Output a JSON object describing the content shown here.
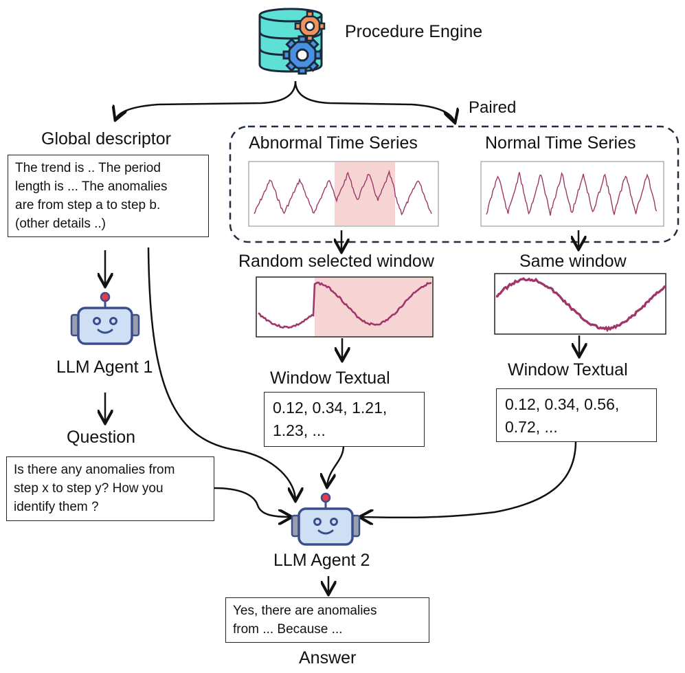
{
  "engine": {
    "label": "Procedure Engine",
    "icon": "database-gear-icon"
  },
  "paired_label": "Paired",
  "global_descriptor": {
    "title": "Global descriptor",
    "lines": [
      "The trend is .. The period",
      "length is ... The anomalies",
      "are from step a to step b.",
      "(other details ..)"
    ]
  },
  "abnormal": {
    "title": "Abnormal Time Series",
    "highlight_color": "#f6d4d4"
  },
  "normal": {
    "title": "Normal Time Series"
  },
  "random_window": {
    "title": "Random selected window"
  },
  "same_window": {
    "title": "Same window"
  },
  "window_text_left": {
    "title": "Window Textual",
    "lines": [
      "0.12, 0.34, 1.21,",
      "1.23, ..."
    ]
  },
  "window_text_right": {
    "title": "Window Textual",
    "lines": [
      "0.12, 0.34, 0.56,",
      "0.72, ..."
    ]
  },
  "agent1": {
    "label": "LLM Agent 1",
    "icon": "robot-icon"
  },
  "question": {
    "title": "Question",
    "lines": [
      "Is there any anomalies from",
      "step x to step y? How you",
      "identify them ?"
    ]
  },
  "agent2": {
    "label": "LLM Agent 2",
    "icon": "robot-icon"
  },
  "answer": {
    "title": "Answer",
    "lines": [
      "Yes, there are anomalies",
      "from ... Because ..."
    ]
  },
  "colors": {
    "series": "#a0356a",
    "highlight": "#f6d4d4",
    "db_fill": "#5ee0d6",
    "gear_orange": "#f0925a",
    "gear_blue": "#4a8fe0",
    "robot_blue": "#3a4d8c",
    "robot_face": "#cfe0f5",
    "robot_red": "#e83a4a",
    "frame": "#1f2f3f"
  }
}
